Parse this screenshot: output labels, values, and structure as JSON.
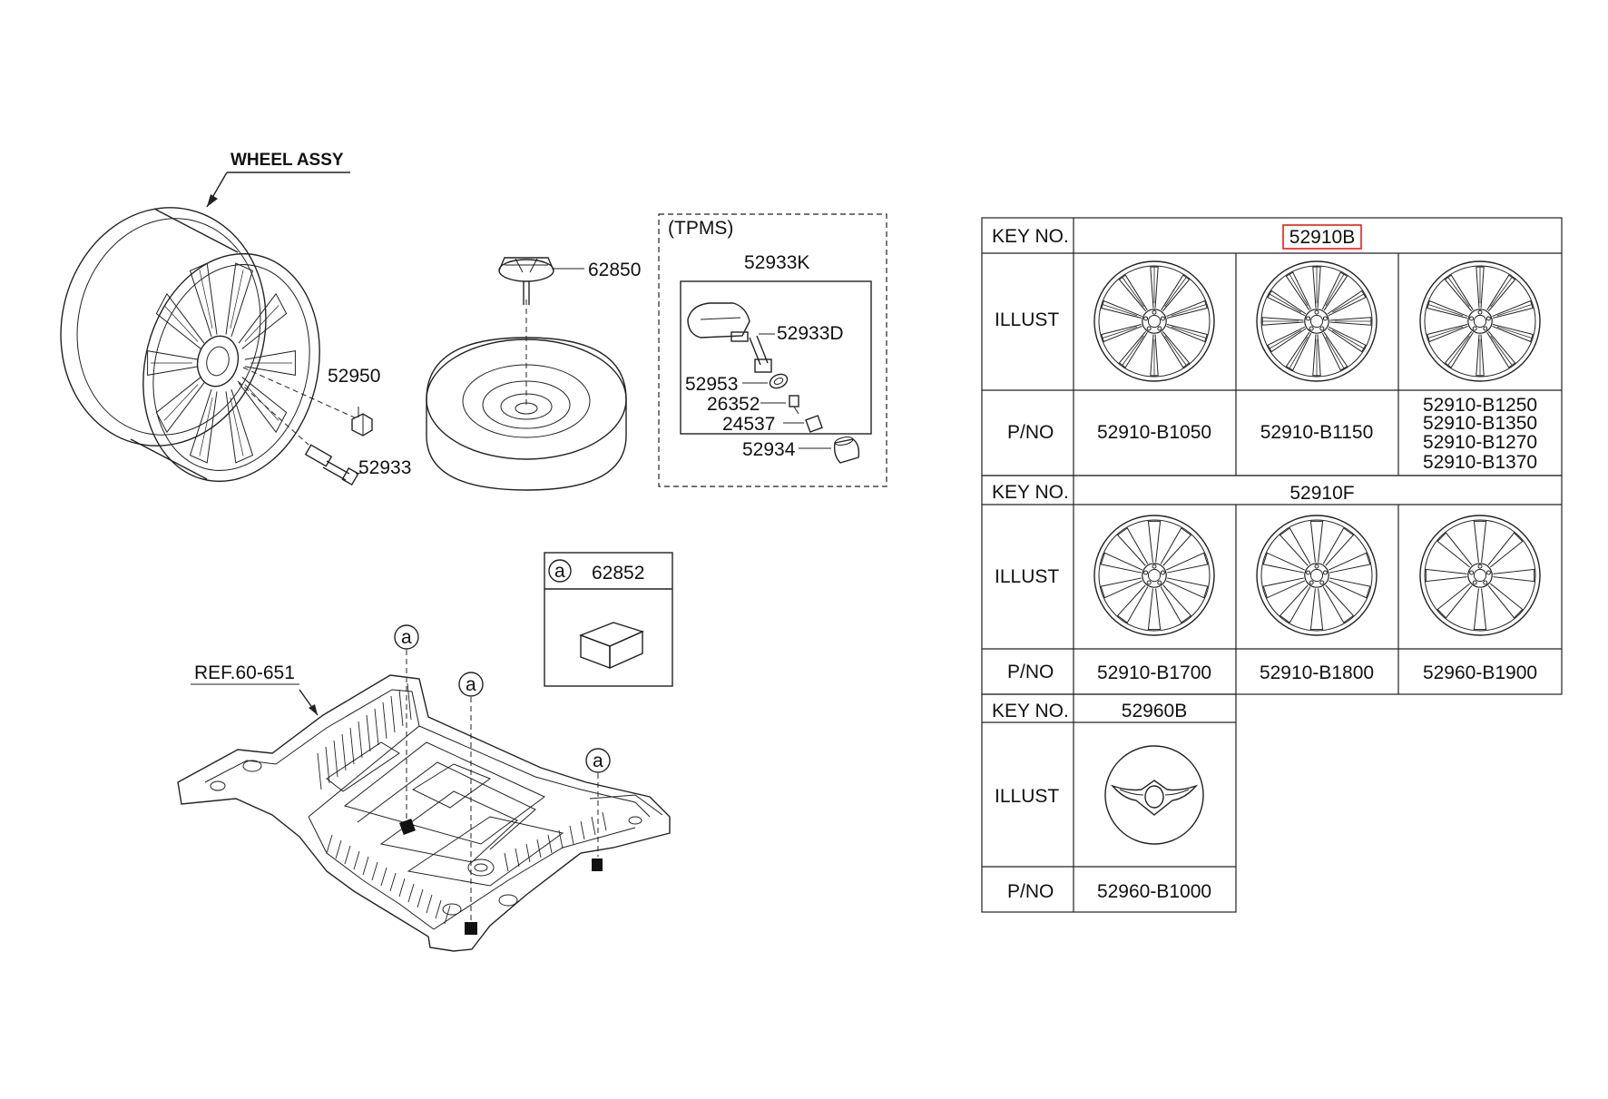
{
  "left": {
    "wheel_assy": "WHEEL ASSY",
    "parts": {
      "p52950": "52950",
      "p52933": "52933",
      "p62850": "62850"
    },
    "tpms": {
      "title": "(TPMS)",
      "kit": "52933K",
      "sensor": "52933D",
      "p52953": "52953",
      "p26352": "26352",
      "p24537": "24537",
      "p52934": "52934"
    },
    "callout": {
      "marker": "a",
      "part": "62852"
    },
    "ref": "REF.60-651"
  },
  "table": {
    "header_key": "KEY NO.",
    "header_illust": "ILLUST",
    "header_pno": "P/NO",
    "highlight_color": "#e02020",
    "group_b": {
      "key": "52910B",
      "pnos": [
        "52910-B1050",
        "52910-B1150"
      ],
      "pno_multi": [
        "52910-B1250",
        "52910-B1350",
        "52910-B1270",
        "52910-B1370"
      ]
    },
    "group_f": {
      "key": "52910F",
      "pnos": [
        "52910-B1700",
        "52910-B1800",
        "52960-B1900"
      ]
    },
    "group_cap": {
      "key": "52960B",
      "pno": "52960-B1000"
    }
  }
}
